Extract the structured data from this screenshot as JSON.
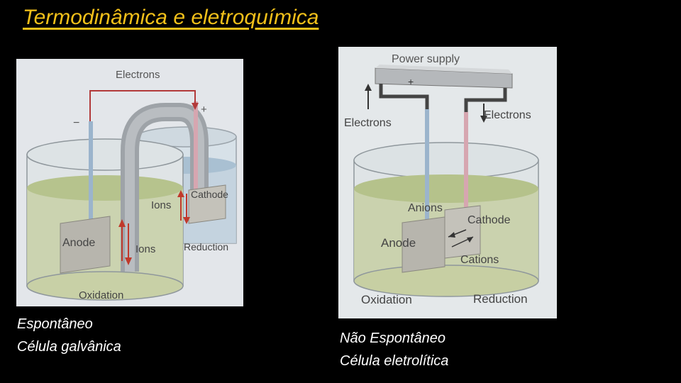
{
  "title": "Termodinâmica e eletroquímica",
  "galvanic": {
    "labels": {
      "electrons": "Electrons",
      "minus": "−",
      "plus": "+",
      "cathode": "Cathode",
      "ions_top": "Ions",
      "anode": "Anode",
      "ions_bottom": "Ions",
      "reduction": "Reduction",
      "oxidation": "Oxidation"
    },
    "caption": {
      "line1": "Espontâneo",
      "line2": "Célula galvânica"
    }
  },
  "electrolytic": {
    "labels": {
      "power_supply": "Power supply",
      "plus": "+",
      "electrons_left": "Electrons",
      "electrons_right": "Electrons",
      "anions": "Anions",
      "cathode": "Cathode",
      "anode": "Anode",
      "cations": "Cations",
      "oxidation": "Oxidation",
      "reduction": "Reduction"
    },
    "caption": {
      "line1": "Não Espontâneo",
      "line2": "Célula eletrolítica"
    }
  }
}
